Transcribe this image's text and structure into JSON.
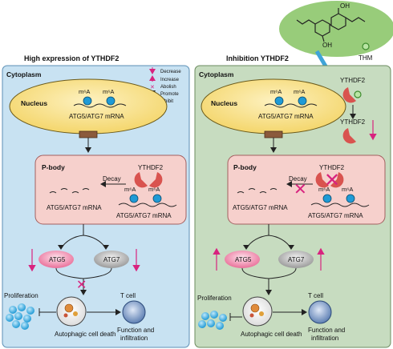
{
  "left_panel": {
    "title": "High expression of YTHDF2",
    "cytoplasm": "Cytoplasm",
    "nucleus": "Nucleus",
    "m6a_1": "m⁶A",
    "m6a_2": "m⁶A",
    "nucleus_mrna": "ATG5/ATG7 mRNA",
    "pbody": "P-body",
    "ythdf2": "YTHDF2",
    "decay": "Decay",
    "pb_m6a_1": "m⁶A",
    "pb_m6a_2": "m⁶A",
    "pb_mrna_fragments": "ATG5/ATG7 mRNA",
    "pb_mrna_bound": "ATG5/ATG7 mRNA",
    "atg5": "ATG5",
    "atg7": "ATG7",
    "proliferation": "Proliferation",
    "autophagic": "Autophagic cell death",
    "tcell": "T cell",
    "function1": "Function and",
    "function2": "infiltration"
  },
  "right_panel": {
    "title": "Inhibition YTHDF2",
    "cytoplasm": "Cytoplasm",
    "nucleus": "Nucleus",
    "m6a_1": "m⁶A",
    "m6a_2": "m⁶A",
    "nucleus_mrna": "ATG5/ATG7 mRNA",
    "ythdf2_top": "YTHDF2",
    "ythdf2_mid": "YTHDF2",
    "pbody": "P-body",
    "ythdf2": "YTHDF2",
    "decay": "Decay",
    "pb_m6a_1": "m⁶A",
    "pb_m6a_2": "m⁶A",
    "pb_mrna_fragments": "ATG5/ATG7 mRNA",
    "pb_mrna_bound": "ATG5/ATG7 mRNA",
    "atg5": "ATG5",
    "atg7": "ATG7",
    "proliferation": "Proliferation",
    "autophagic": "Autophagic cell death",
    "tcell": "T cell",
    "function1": "Function and",
    "function2": "infiltration"
  },
  "legend": {
    "decrease": "Decrease",
    "increase": "Increase",
    "abolish": "Abolish",
    "promote": "Promote",
    "inhibit": "Inhibit"
  },
  "compound": {
    "label": "THM",
    "oh_top": "OH",
    "oh_bottom": "OH"
  },
  "colors": {
    "left_bg": "#c8e2f2",
    "right_bg": "#c7dcc0",
    "nucleus": "#f9e59a",
    "pbody": "#f6d0cc",
    "ythdf2": "#d9534f",
    "m6a": "#1e9ad6",
    "arrow_pink": "#d8237f",
    "atg5": "#f4b4c8",
    "atg7": "#cfcfcf",
    "cloud": "#98cc7a"
  }
}
